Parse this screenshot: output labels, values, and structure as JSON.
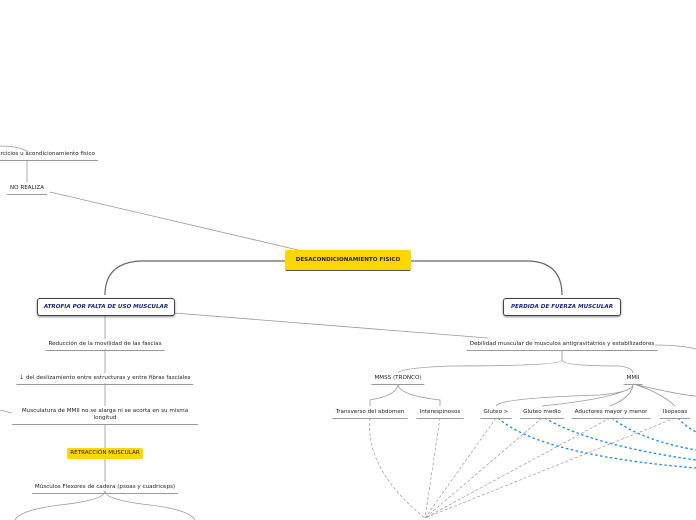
{
  "root": "DESACONDICIONAMIENTO FISICO",
  "left_top": {
    "exercise": "ercicios u acondicionamiento fisico",
    "no_realiza": "NO REALIZA"
  },
  "branch_left": {
    "title": "ATROFIA POR FALTA DE USO MUSCULAR",
    "items": [
      "Reducción de la movilidad de las fascias",
      "↓ del deslizamiento entre estructuras y entre fibras fasciales",
      "Musculatura de MMII no se alarga ni se acorta en su misma longitud"
    ],
    "tag": "RETRACCIÓN MUSCULAR",
    "after_tag": "Músculos Flexores de cadera (psoas y cuadriceps)"
  },
  "branch_right": {
    "title": "PERDIDA DE FUERZA MUSCULAR",
    "sub": "Debilidad muscular de musculos antigravitatrios y estabilizadores",
    "groups": [
      {
        "label": "MMSS (TRONCO)",
        "children": [
          "Transverso del abdomen",
          "Interespinosos"
        ]
      },
      {
        "label": "MMII",
        "children": [
          "Gluteo >",
          "Gluteo medio",
          "Aductores mayor y menor",
          "Iliopsoas"
        ]
      }
    ]
  },
  "colors": {
    "root": "#ffd700",
    "main_text": "#1a237e",
    "dashed_blue": "#1e88e5"
  }
}
